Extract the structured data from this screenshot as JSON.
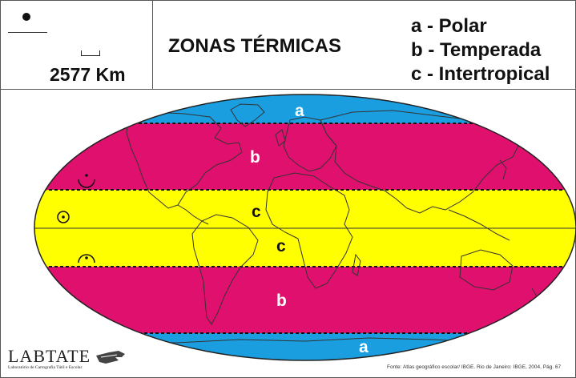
{
  "header": {
    "title": "ZONAS TÉRMICAS",
    "scale_label": "2577 Km"
  },
  "legend": {
    "items": [
      {
        "key": "a",
        "label": "a - Polar"
      },
      {
        "key": "b",
        "label": "b - Temperada"
      },
      {
        "key": "c",
        "label": "c - Intertropical"
      }
    ]
  },
  "map": {
    "zone_labels": {
      "north_polar": "a",
      "north_temperate": "b",
      "north_tropical": "c",
      "south_tropical": "c",
      "south_temperate": "b",
      "south_polar": "a"
    },
    "colors": {
      "polar": "#1a9ee0",
      "temperate": "#e0106e",
      "tropical": "#ffff00",
      "label_polar": "#ffffff",
      "label_temperate": "#ffffff",
      "label_tropical": "#111111"
    },
    "symbols": [
      "sun-rising-icon",
      "sun-icon",
      "sun-setting-icon"
    ]
  },
  "footer": {
    "logo_name": "LABTATE",
    "logo_subtitle": "Laboratório de Cartografia Tátil e Escolar",
    "source": "Fonte: Atlas geográfico escolar/ IBGE. Rio de Janeiro: IBGE, 2004, Pág. 67"
  }
}
